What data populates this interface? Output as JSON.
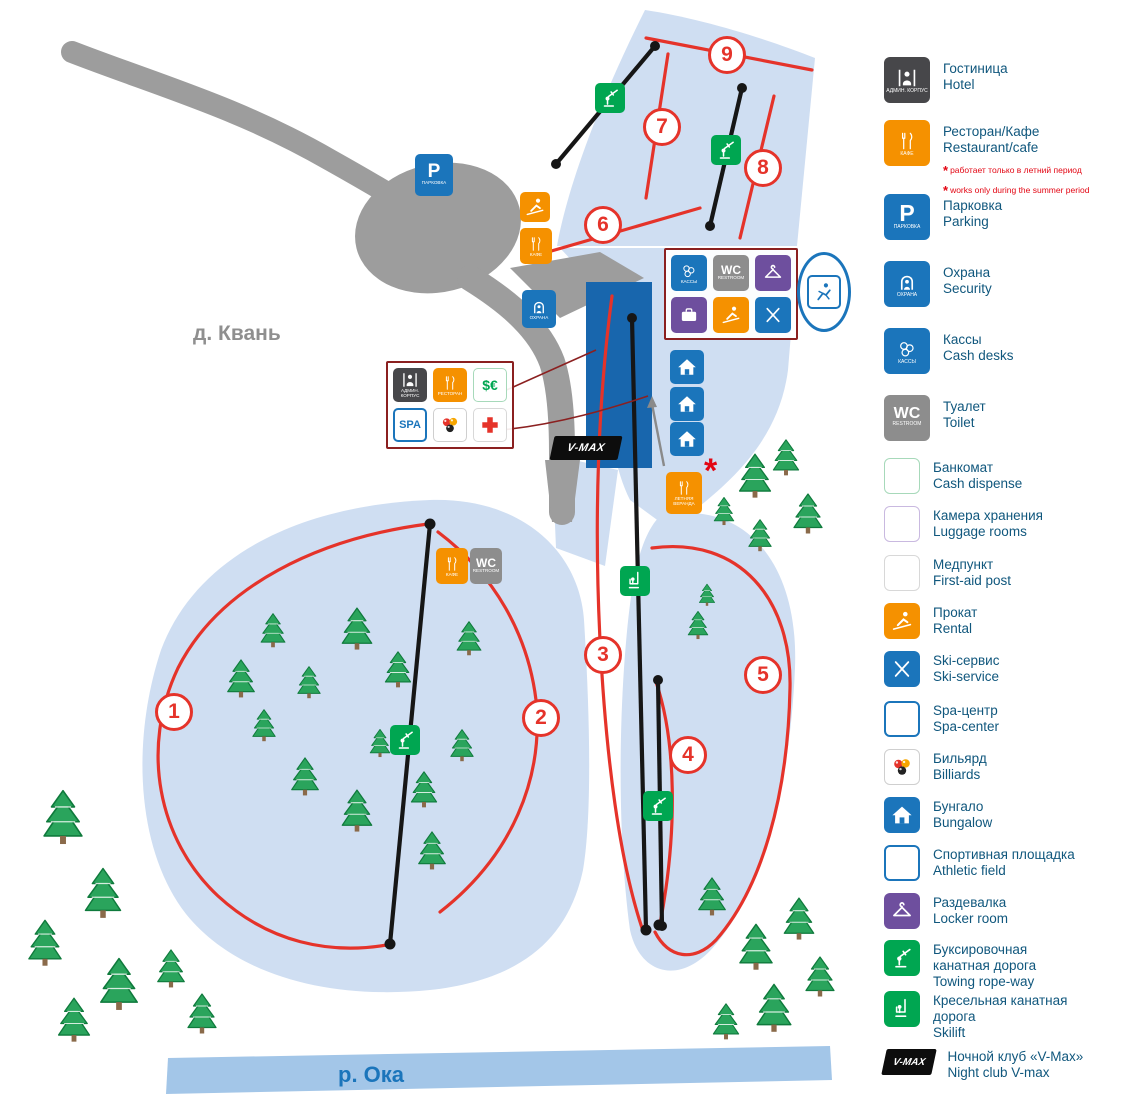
{
  "map": {
    "village_label": "д. Квань",
    "river_label": "р. Ока",
    "trail_numbers": [
      "1",
      "2",
      "3",
      "4",
      "5",
      "6",
      "7",
      "8",
      "9"
    ],
    "captions": {
      "parking": "ПАРКОВКА",
      "cafe": "КАФЕ",
      "restaurant": "РЕСТОРАН",
      "security": "ОХРАНА",
      "cash_desks": "КАССЫ",
      "restroom": "RESTROOM",
      "hotel": "АДМИН. КОРПУС",
      "summer_cafe": "ЛЕТНЯЯ ВЕРАНДА",
      "asterisk": "*"
    }
  },
  "glyphs": {
    "parking": "P",
    "wc": "WC",
    "spa": "SPA",
    "cash": "$€",
    "vmax": "V-MAX"
  },
  "legend": {
    "note_marker": "*",
    "items": [
      {
        "ru": "Гостиница",
        "en": "Hotel"
      },
      {
        "ru": "Ресторан/Кафе",
        "en": "Restaurant/cafe",
        "note_ru": "работает только в летний период",
        "note_en": "works only during the summer period"
      },
      {
        "ru": "Парковка",
        "en": "Parking"
      },
      {
        "ru": "Охрана",
        "en": "Security"
      },
      {
        "ru": "Кассы",
        "en": "Cash desks"
      },
      {
        "ru": "Туалет",
        "en": "Toilet"
      },
      {
        "ru": "Банкомат",
        "en": "Cash dispense"
      },
      {
        "ru": "Камера хранения",
        "en": "Luggage rooms"
      },
      {
        "ru": "Медпункт",
        "en": "First-aid post"
      },
      {
        "ru": "Прокат",
        "en": "Rental"
      },
      {
        "ru": "Ski-сервис",
        "en": "Ski-service"
      },
      {
        "ru": "Spa-центр",
        "en": "Spa-center"
      },
      {
        "ru": "Бильярд",
        "en": "Billiards"
      },
      {
        "ru": "Бунгало",
        "en": "Bungalow"
      },
      {
        "ru": "Спортивная площадка",
        "en": "Athletic field"
      },
      {
        "ru": "Раздевалка",
        "en": "Locker room"
      },
      {
        "ru": "Буксировочная канатная дорога",
        "en": "Towing rope-way"
      },
      {
        "ru": "Кресельная канатная дорога",
        "en": "Skilift"
      },
      {
        "ru": "Ночной клуб «V-Max»",
        "en": "Night club V-max"
      }
    ]
  },
  "colors": {
    "accent_red": "#e5332a",
    "blue": "#1b75bb",
    "orange": "#f59100",
    "green": "#00a651",
    "purple": "#6e4f9e",
    "area_blue": "#cfdef2",
    "slope_blue": "#1866ad",
    "label_blue": "#10577d"
  }
}
